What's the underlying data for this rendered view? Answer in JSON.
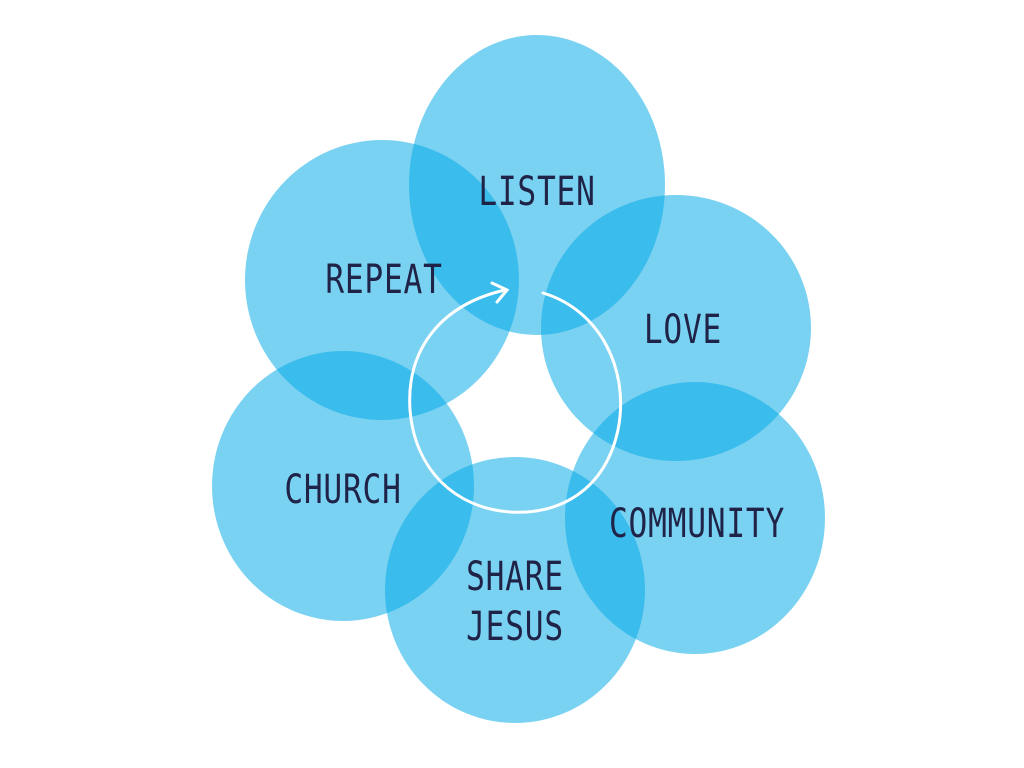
{
  "colors": {
    "circle": "#00a8e6",
    "text": "#1f2347",
    "arrow": "#ffffff"
  },
  "cycle": [
    {
      "label": "LISTEN"
    },
    {
      "label": "LOVE"
    },
    {
      "label": "COMMUNITY"
    },
    {
      "label": "SHARE",
      "label2": "JESUS"
    },
    {
      "label": "CHURCH"
    },
    {
      "label": "REPEAT"
    }
  ]
}
